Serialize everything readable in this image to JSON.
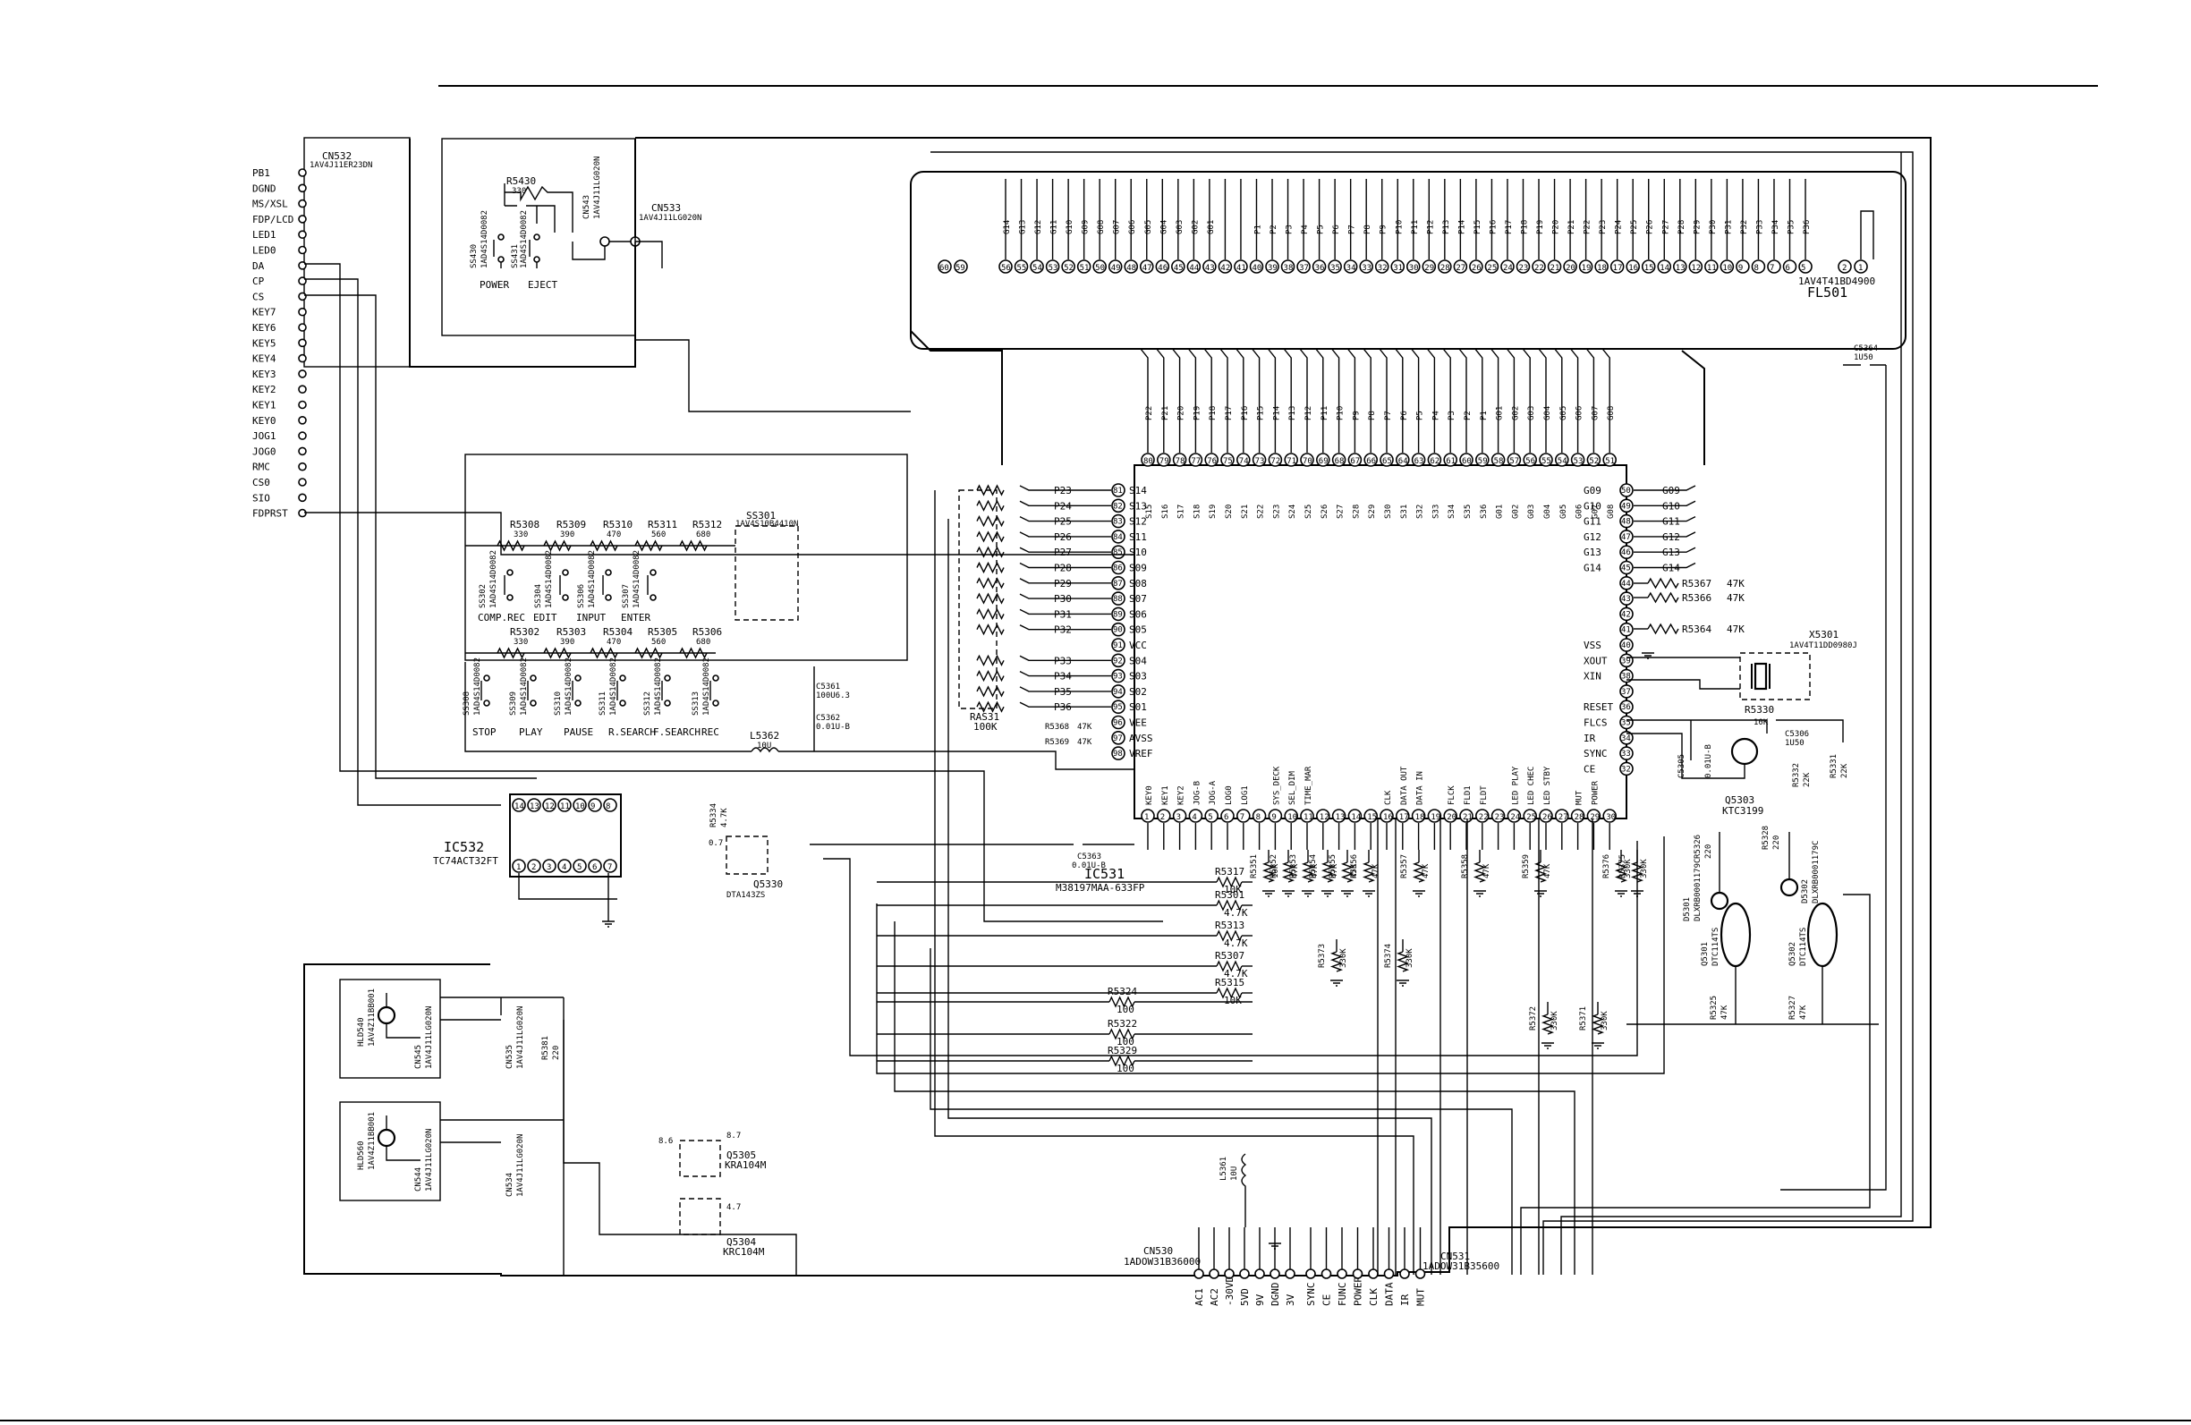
{
  "title_rule": true,
  "connector_cn532": {
    "ref": "CN532",
    "part": "1AV4J11ER23DN",
    "pins": [
      "PB1",
      "DGND",
      "MS/XSL",
      "FDP/LCD",
      "LED1",
      "LED0",
      "DA",
      "CP",
      "CS",
      "KEY7",
      "KEY6",
      "KEY5",
      "KEY4",
      "KEY3",
      "KEY2",
      "KEY1",
      "KEY0",
      "JOG1",
      "JOG0",
      "RMC",
      "CS0",
      "SIO",
      "FDPRST"
    ]
  },
  "sub_board_power": {
    "ss_left": {
      "ref": "SS430",
      "part": "1AD4S14D0082",
      "name": "POWER"
    },
    "ss_right": {
      "ref": "SS431",
      "part": "1AD4S14D0082",
      "name": "EJECT"
    },
    "resistor": {
      "ref": "R5430",
      "value": "330"
    },
    "connector_cn543": {
      "ref": "CN543",
      "part": "1AV4J11LG020N"
    },
    "connector_cn533": {
      "ref": "CN533",
      "part": "1AV4J11LG020N"
    }
  },
  "display": {
    "ref": "FL501",
    "part": "1AV4T41BD4900",
    "grid_labels": [
      "G14",
      "G13",
      "G12",
      "G11",
      "G10",
      "G09",
      "G08",
      "G07",
      "G06",
      "G05",
      "G04",
      "G03",
      "G02",
      "G01"
    ],
    "segment_labels": [
      "P1",
      "P2",
      "P3",
      "P4",
      "P5",
      "P6",
      "P7",
      "P8",
      "P9",
      "P10",
      "P11",
      "P12",
      "P13",
      "P14",
      "P15",
      "P16",
      "P17",
      "P18",
      "P19",
      "P20",
      "P21",
      "P22",
      "P23",
      "P24",
      "P25",
      "P26",
      "P27",
      "P28",
      "P29",
      "P30",
      "P31",
      "P32",
      "P33",
      "P34",
      "P35",
      "P36"
    ],
    "pin_numbers": [
      "56",
      "55",
      "54",
      "53",
      "52",
      "51",
      "50",
      "49",
      "48",
      "47",
      "46",
      "45",
      "44",
      "43",
      "42",
      "41",
      "40",
      "39",
      "38",
      "37",
      "36",
      "35",
      "34",
      "33",
      "32",
      "31",
      "30",
      "29",
      "28",
      "27",
      "26",
      "25",
      "24",
      "23",
      "22",
      "21",
      "20",
      "19",
      "18",
      "17",
      "16",
      "15",
      "14",
      "13",
      "12",
      "11",
      "10",
      "9",
      "8",
      "7",
      "6",
      "5"
    ],
    "left_pins": [
      "60",
      "59"
    ],
    "right_pins": [
      "2",
      "1"
    ]
  },
  "mcu": {
    "ref": "IC531",
    "part": "M38197MAA-633FP",
    "top_outer_labels": [
      "P22",
      "P21",
      "P20",
      "P19",
      "P18",
      "P17",
      "P16",
      "P15",
      "P14",
      "P13",
      "P12",
      "P11",
      "P10",
      "P9",
      "P8",
      "P7",
      "P6",
      "P5",
      "P4",
      "P3",
      "P2",
      "P1",
      "G01",
      "G02",
      "G03",
      "G04",
      "G05",
      "G06",
      "G07",
      "G08"
    ],
    "top_inner_labels": [
      "S15",
      "S16",
      "S17",
      "S18",
      "S19",
      "S20",
      "S21",
      "S22",
      "S23",
      "S24",
      "S25",
      "S26",
      "S27",
      "S28",
      "S29",
      "S30",
      "S31",
      "S32",
      "S33",
      "S34",
      "S35",
      "S36",
      "G01",
      "G02",
      "G03",
      "G04",
      "G05",
      "G06",
      "G07",
      "G08"
    ],
    "top_pin_numbers": [
      "80",
      "79",
      "78",
      "77",
      "76",
      "75",
      "74",
      "73",
      "72",
      "71",
      "70",
      "69",
      "68",
      "67",
      "66",
      "65",
      "64",
      "63",
      "62",
      "61",
      "60",
      "59",
      "58",
      "57",
      "56",
      "55",
      "54",
      "53",
      "52",
      "51"
    ],
    "left_outer_labels": [
      "P23",
      "P24",
      "P25",
      "P26",
      "P27",
      "P28",
      "P29",
      "P30",
      "P31",
      "P32",
      "",
      "P33",
      "P34",
      "P35",
      "P36"
    ],
    "left_inner_labels": [
      "S14",
      "S13",
      "S12",
      "S11",
      "S10",
      "S09",
      "S08",
      "S07",
      "S06",
      "S05",
      "VCC",
      "S04",
      "S03",
      "S02",
      "S01",
      "VEE",
      "AVSS",
      "VREF"
    ],
    "left_pin_numbers": [
      "81",
      "82",
      "83",
      "84",
      "85",
      "86",
      "87",
      "88",
      "89",
      "90",
      "91",
      "92",
      "93",
      "94",
      "95",
      "96",
      "97",
      "98"
    ],
    "right_inner_labels": [
      "G09",
      "G10",
      "G11",
      "G12",
      "G13",
      "G14",
      "",
      "",
      "",
      "",
      "VSS",
      "XOUT",
      "XIN",
      "",
      "RESET",
      "FLCS",
      "IR",
      "SYNC",
      "CE"
    ],
    "right_outer_labels": [
      "G09",
      "G10",
      "G11",
      "G12",
      "G13",
      "G14"
    ],
    "right_pin_numbers": [
      "50",
      "49",
      "48",
      "47",
      "46",
      "45",
      "44",
      "43",
      "42",
      "41",
      "40",
      "39",
      "38",
      "37",
      "36",
      "35",
      "34",
      "33",
      "32"
    ],
    "bottom_labels": [
      "KEY0",
      "KEY1",
      "KEY2",
      "JOG-B",
      "JOG-A",
      "LOG0",
      "LOG1",
      "",
      "SYS_DECK",
      "SEL_DIM",
      "TIME_MAR",
      "",
      "",
      "",
      "",
      "CLK",
      "DATA OUT",
      "DATA IN",
      "",
      "FLCK",
      "FLD1",
      "FLDT",
      "",
      "LED PLAY",
      "LED CHEC",
      "LED STBY",
      "",
      "MUT",
      "POWER",
      ""
    ],
    "bottom_pin_numbers": [
      "1",
      "2",
      "3",
      "4",
      "5",
      "6",
      "7",
      "8",
      "9",
      "10",
      "11",
      "12",
      "13",
      "14",
      "15",
      "16",
      "17",
      "18",
      "19",
      "20",
      "21",
      "22",
      "23",
      "24",
      "25",
      "26",
      "27",
      "28",
      "29",
      "30"
    ]
  },
  "right_resistors": [
    {
      "ref": "R5367",
      "value": "47K"
    },
    {
      "ref": "R5366",
      "value": "47K"
    },
    {
      "ref": "R5364",
      "value": "47K"
    }
  ],
  "crystal": {
    "ref": "X5301",
    "part": "1AV4T11DD0980J"
  },
  "reset_block": {
    "cap": {
      "ref": "C5305",
      "value": "0.01U-B"
    },
    "r1": {
      "ref": "R5330",
      "value": "10K"
    },
    "c2": {
      "ref": "C5306",
      "value": "1U50"
    },
    "r2": {
      "ref": "R5331",
      "value": "22K"
    },
    "r3": {
      "ref": "R5332",
      "value": "22K"
    },
    "q": {
      "ref": "Q5303",
      "part": "KTC3199"
    }
  },
  "cap_c5364": {
    "ref": "C5364",
    "value": "1U50"
  },
  "key_matrix": {
    "row1_res": [
      {
        "ref": "R5308",
        "value": "330"
      },
      {
        "ref": "R5309",
        "value": "390"
      },
      {
        "ref": "R5310",
        "value": "470"
      },
      {
        "ref": "R5311",
        "value": "560"
      },
      {
        "ref": "R5312",
        "value": "680"
      }
    ],
    "row1_sw": [
      {
        "ref": "SS302",
        "name": "COMP.REC"
      },
      {
        "ref": "SS304",
        "name": "EDIT"
      },
      {
        "ref": "SS306",
        "name": "INPUT"
      },
      {
        "ref": "SS307",
        "name": "ENTER"
      }
    ],
    "row2_res": [
      {
        "ref": "R5302",
        "value": "330"
      },
      {
        "ref": "R5303",
        "value": "390"
      },
      {
        "ref": "R5304",
        "value": "470"
      },
      {
        "ref": "R5305",
        "value": "560"
      },
      {
        "ref": "R5306",
        "value": "680"
      }
    ],
    "row2_sw": [
      {
        "ref": "SS308",
        "name": "STOP"
      },
      {
        "ref": "SS309",
        "name": "PLAY"
      },
      {
        "ref": "SS310",
        "name": "PAUSE"
      },
      {
        "ref": "SS311",
        "name": "R.SEARCH"
      },
      {
        "ref": "SS312",
        "name": "F.SEARCH"
      },
      {
        "ref": "SS313",
        "name": "REC"
      }
    ],
    "sw_part": "1AD4S14D0082",
    "ss301": {
      "ref": "SS301",
      "part": "1AV4S10B4410N"
    }
  },
  "misc": {
    "c5361": {
      "ref": "C5361",
      "value": "100U6.3"
    },
    "c5362": {
      "ref": "C5362",
      "value": "0.01U-B"
    },
    "c5363": {
      "ref": "C5363",
      "value": "0.01U-B"
    },
    "l5362": {
      "ref": "L5362",
      "value": "10U"
    },
    "ras31": {
      "ref": "RAS31",
      "value": "100K"
    },
    "r5368": {
      "ref": "R5368",
      "value": "47K"
    },
    "r5369": {
      "ref": "R5369",
      "value": "47K"
    },
    "ic532": {
      "ref": "IC532",
      "part": "TC74ACT32FT",
      "top_pins": [
        "14",
        "13",
        "12",
        "11",
        "10",
        "9",
        "8"
      ],
      "bot_pins": [
        "1",
        "2",
        "3",
        "4",
        "5",
        "6",
        "7"
      ]
    },
    "r5334": {
      "ref": "R5334",
      "value": "4.7K"
    },
    "q5330": {
      "ref": "Q5330",
      "part": "DTA143ZS"
    }
  },
  "bottom_resistors": [
    {
      "ref": "R5317",
      "value": "10K"
    },
    {
      "ref": "R5301",
      "value": "4.7K"
    },
    {
      "ref": "R5313",
      "value": "4.7K"
    },
    {
      "ref": "R5307",
      "value": "4.7K"
    },
    {
      "ref": "R5315",
      "value": "10K"
    },
    {
      "ref": "R5324",
      "value": "100"
    },
    {
      "ref": "R5322",
      "value": "100"
    },
    {
      "ref": "R5329",
      "value": "100"
    }
  ],
  "vert_resistors": [
    {
      "ref": "R5351",
      "value": "10K"
    },
    {
      "ref": "R5352",
      "value": "47K"
    },
    {
      "ref": "R5353",
      "value": "47K"
    },
    {
      "ref": "R5354",
      "value": "47K"
    },
    {
      "ref": "R5355",
      "value": "47K"
    },
    {
      "ref": "R5356",
      "value": "47K"
    },
    {
      "ref": "R5357",
      "value": "47K"
    },
    {
      "ref": "R5358",
      "value": "47K"
    },
    {
      "ref": "R5359",
      "value": "47K"
    },
    {
      "ref": "R5373",
      "value": "330K"
    },
    {
      "ref": "R5374",
      "value": "330K"
    },
    {
      "ref": "R5372",
      "value": "330K"
    },
    {
      "ref": "R5371",
      "value": "330K"
    },
    {
      "ref": "R5376",
      "value": "330K"
    },
    {
      "ref": "R5375",
      "value": "330K"
    }
  ],
  "led_block": {
    "r5326": {
      "ref": "R5326",
      "value": "220"
    },
    "r5328": {
      "ref": "R5328",
      "value": "220"
    },
    "d5301": {
      "ref": "D5301",
      "part": "DLXRB0001179C"
    },
    "d5302": {
      "ref": "D5302",
      "part": "DLXRB0001179C"
    },
    "q5301": {
      "ref": "Q5301",
      "part": "DTC114TS"
    },
    "q5302": {
      "ref": "Q5302",
      "part": "DTC114TS"
    },
    "r5325": {
      "ref": "R5325",
      "value": "47K"
    },
    "r5327": {
      "ref": "R5327",
      "value": "47K"
    }
  },
  "lower_left": {
    "led1": {
      "ref": "HLD540",
      "part": "1AV4Z11BB001"
    },
    "led2": {
      "ref": "HLD560",
      "part": "1AV4Z11BB001"
    },
    "cn545": {
      "ref": "CN545",
      "part": "1AV4J11LG020N"
    },
    "cn535": {
      "ref": "CN535",
      "part": "1AV4J11LG020N"
    },
    "cn544": {
      "ref": "CN544",
      "part": "1AV4J11LG020N"
    },
    "cn534": {
      "ref": "CN534",
      "part": "1AV4J11LG020N"
    },
    "r5381": {
      "ref": "R5381",
      "value": "220"
    },
    "q5305": {
      "ref": "Q5305",
      "part": "KRA104M"
    },
    "q5304": {
      "ref": "Q5304",
      "part": "KRC104M"
    },
    "v1": "8.6",
    "v2": "8.7",
    "v3": "4.7",
    "v4": "0.7"
  },
  "l5361": {
    "ref": "L5361",
    "value": "10U"
  },
  "cn530": {
    "ref": "CN530",
    "part": "1ADOW31B36000",
    "pins": [
      "AC1",
      "AC2",
      "-30VD",
      "5VD",
      "9V",
      "DGND",
      "3V"
    ]
  },
  "cn531": {
    "ref": "CN531",
    "part": "1ADOW31B35600",
    "pins": [
      "SYNC",
      "CE",
      "FUNC",
      "POWER",
      "CLK",
      "DATA",
      "IR",
      "MUT"
    ]
  }
}
